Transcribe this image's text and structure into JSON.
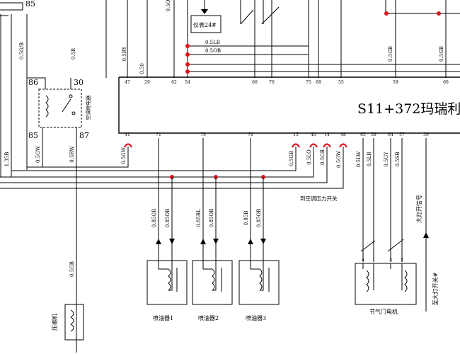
{
  "ecu": {
    "title": "S11+372玛瑞利",
    "top_pins": [
      "47",
      "29",
      "62",
      "54",
      "60",
      "76",
      "75",
      "68",
      "55",
      "59",
      "66"
    ],
    "bottom_pins": [
      "41",
      "71",
      "79",
      "78",
      "15",
      "40",
      "14",
      "48",
      "65",
      "58",
      "64",
      "57",
      "39"
    ]
  },
  "relay": {
    "pins": [
      "86",
      "30",
      "85",
      "87"
    ],
    "label": "空调继电器"
  },
  "top_left_number": "85",
  "instrument_label": "仪表24#",
  "wires": {
    "w_05gb": "0.5G/B",
    "w_05r": "0.5R",
    "w_05ry": "0.5RY",
    "w_050": "0.50",
    "w_05lr": "0.5LR",
    "w_05ob": "0.5OB",
    "w_05o_top": "0.5O",
    "w_05gb_top": "0.5GB",
    "w_05gb_right": "0.5GB",
    "w_135b": "1.35B",
    "w_05gw": "0.5GW",
    "w_05rw": "0.5RW",
    "w_05gw2": "0.5GW",
    "w_05gb_b": "0.5GB",
    "w_05lo": "0.5LO",
    "w_05gb_c": "0.5GB",
    "w_05gw_c": "0.5GW",
    "w_05lw": "0.5LW",
    "w_05lr_b": "0.5LR",
    "w_05gy": "0.5GY",
    "w_05sb": "0.5SB",
    "w_085gr": "0.85GR",
    "w_085ob_1": "0.85OB",
    "w_085rl": "0.85RL",
    "w_085ob_2": "0.85OB",
    "w_085b": "0.85B",
    "w_085ob_3": "0.85OB",
    "w_05gb_comp": "0.5GB"
  },
  "labels": {
    "ac_switch": "到空调压力开关",
    "headlight_signal": "大灯开信号",
    "headlight_switch": "至大灯开关#",
    "injector_1": "喷油器1",
    "injector_2": "喷油器2",
    "injector_3": "喷油器3",
    "throttle_motor": "节气门电机",
    "compressor": "压缩机"
  },
  "motor_pins": [
    "4",
    "1",
    "3",
    "2"
  ]
}
